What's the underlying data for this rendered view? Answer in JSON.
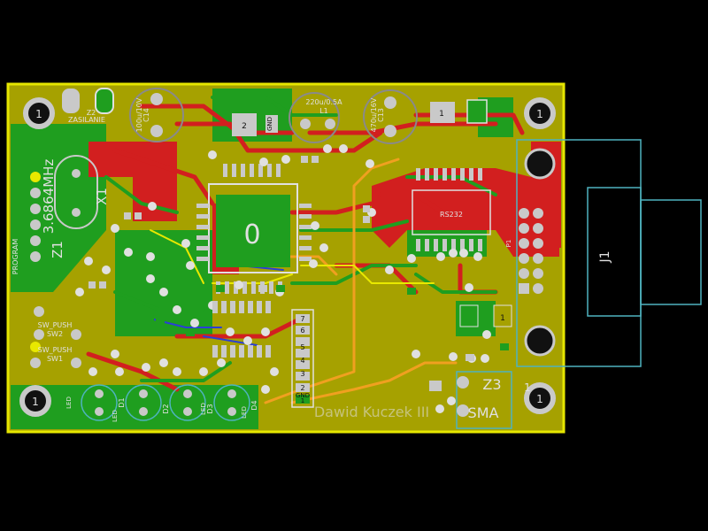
{
  "board": {
    "colors": {
      "background": "#000000",
      "substrate": "#a6a100",
      "edge_cuts": "#e6e600",
      "copper_front": "#d21f1f",
      "copper_back": "#1f9e1f",
      "silkscreen": "#e0e0e0",
      "courtyard": "#4fb3bf",
      "pad": "#c9c9c9",
      "track_orange": "#f0a020",
      "track_blue": "#2a3fd6",
      "track_yellow": "#e8e800"
    },
    "title": "Dawid Kuczek III",
    "layer_count": "2",
    "mounting_holes": [
      "1",
      "1",
      "1",
      "1",
      "1"
    ]
  },
  "components": {
    "z2": {
      "ref": "Z2",
      "name": "ZASILANIE"
    },
    "c14": {
      "value": "100u/10V",
      "ref": "C14"
    },
    "l1": {
      "value": "220u/0.5A",
      "ref": "L1"
    },
    "c13": {
      "value": "470u/16V",
      "ref": "C13"
    },
    "u_reg_left": {
      "pin2": "2",
      "gnd": "GND"
    },
    "u_reg_right": {
      "pin1": "1"
    },
    "crystal": {
      "value": "3.6864MHz",
      "ref": "X1"
    },
    "z1": {
      "ref": "Z1",
      "name": "PROGRAM"
    },
    "main_ic": {
      "ref": "0"
    },
    "ic_right": {
      "ref": "RS232"
    },
    "connector_right": {
      "ref": "P1"
    },
    "j1": {
      "ref": "J1"
    },
    "sw2": {
      "type": "SW_PUSH",
      "ref": "SW2"
    },
    "sw1": {
      "type": "SW_PUSH",
      "ref": "SW1"
    },
    "leds": [
      {
        "label": "LED",
        "ref": "D1"
      },
      {
        "label": "LED",
        "ref": "D2"
      },
      {
        "label": "LED",
        "ref": "D3"
      },
      {
        "label": "LED",
        "ref": "D4"
      }
    ],
    "header_pins": [
      "7",
      "6",
      "5",
      "4",
      "3",
      "2",
      "GND",
      "1"
    ],
    "z3": {
      "ref": "Z3",
      "name": "SMA"
    },
    "q_small": {
      "pin": "1"
    }
  }
}
